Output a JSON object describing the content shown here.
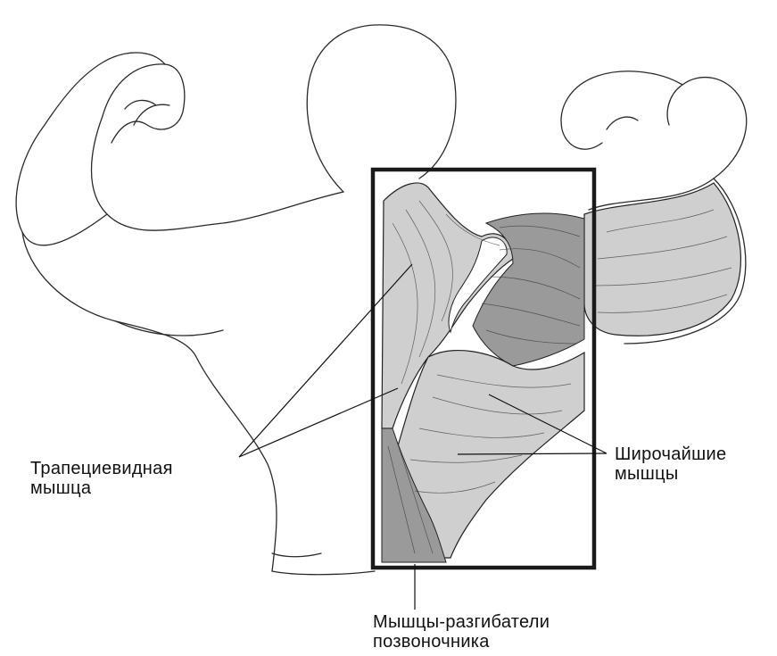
{
  "labels": {
    "trapezius": [
      "Трапециевидная",
      "мышца"
    ],
    "latissimus": [
      "Широчайшие",
      "мышцы"
    ],
    "erector": [
      "Мышцы-разгибатели",
      "позвоночника"
    ]
  },
  "colors": {
    "outline": "#2a2a2a",
    "muscle_light": "#cfcfcf",
    "muscle_dark": "#9a9a9a",
    "frame": "#1a1a1a"
  }
}
